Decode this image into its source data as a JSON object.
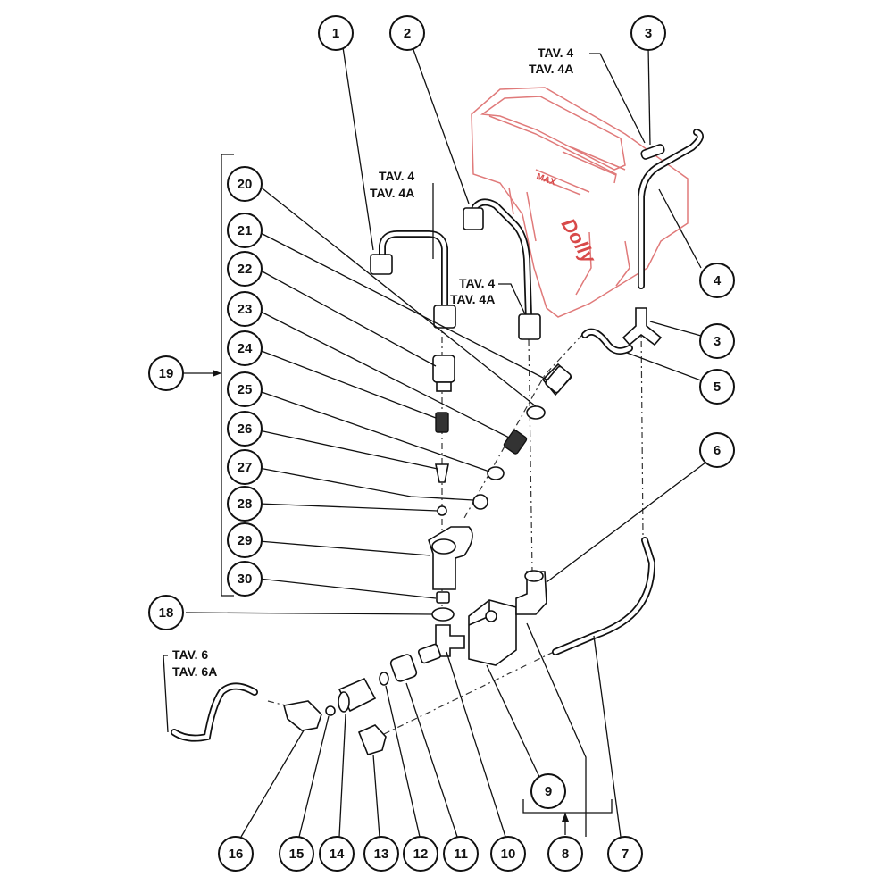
{
  "callouts": [
    {
      "id": "c1",
      "label": "1"
    },
    {
      "id": "c2",
      "label": "2"
    },
    {
      "id": "c3a",
      "label": "3"
    },
    {
      "id": "c3b",
      "label": "3"
    },
    {
      "id": "c4",
      "label": "4"
    },
    {
      "id": "c5",
      "label": "5"
    },
    {
      "id": "c6",
      "label": "6"
    },
    {
      "id": "c7",
      "label": "7"
    },
    {
      "id": "c8",
      "label": "8"
    },
    {
      "id": "c9",
      "label": "9"
    },
    {
      "id": "c10",
      "label": "10"
    },
    {
      "id": "c11",
      "label": "11"
    },
    {
      "id": "c12",
      "label": "12"
    },
    {
      "id": "c13",
      "label": "13"
    },
    {
      "id": "c14",
      "label": "14"
    },
    {
      "id": "c15",
      "label": "15"
    },
    {
      "id": "c16",
      "label": "16"
    },
    {
      "id": "c18",
      "label": "18"
    },
    {
      "id": "c19",
      "label": "19"
    },
    {
      "id": "c20",
      "label": "20"
    },
    {
      "id": "c21",
      "label": "21"
    },
    {
      "id": "c22",
      "label": "22"
    },
    {
      "id": "c23",
      "label": "23"
    },
    {
      "id": "c24",
      "label": "24"
    },
    {
      "id": "c25",
      "label": "25"
    },
    {
      "id": "c26",
      "label": "26"
    },
    {
      "id": "c27",
      "label": "27"
    },
    {
      "id": "c28",
      "label": "28"
    },
    {
      "id": "c29",
      "label": "29"
    },
    {
      "id": "c30",
      "label": "30"
    }
  ],
  "references": {
    "tav_top_right": [
      "TAV. 4",
      "TAV. 4A"
    ],
    "tav_tube_1": [
      "TAV. 4",
      "TAV. 4A"
    ],
    "tav_tube_2": [
      "TAV. 4",
      "TAV. 4A"
    ],
    "tav_hose": [
      "TAV. 6",
      "TAV. 6A"
    ]
  },
  "tank": {
    "max_label": "MAX",
    "brand_label": "Dolly",
    "color": "#e07a7a"
  }
}
